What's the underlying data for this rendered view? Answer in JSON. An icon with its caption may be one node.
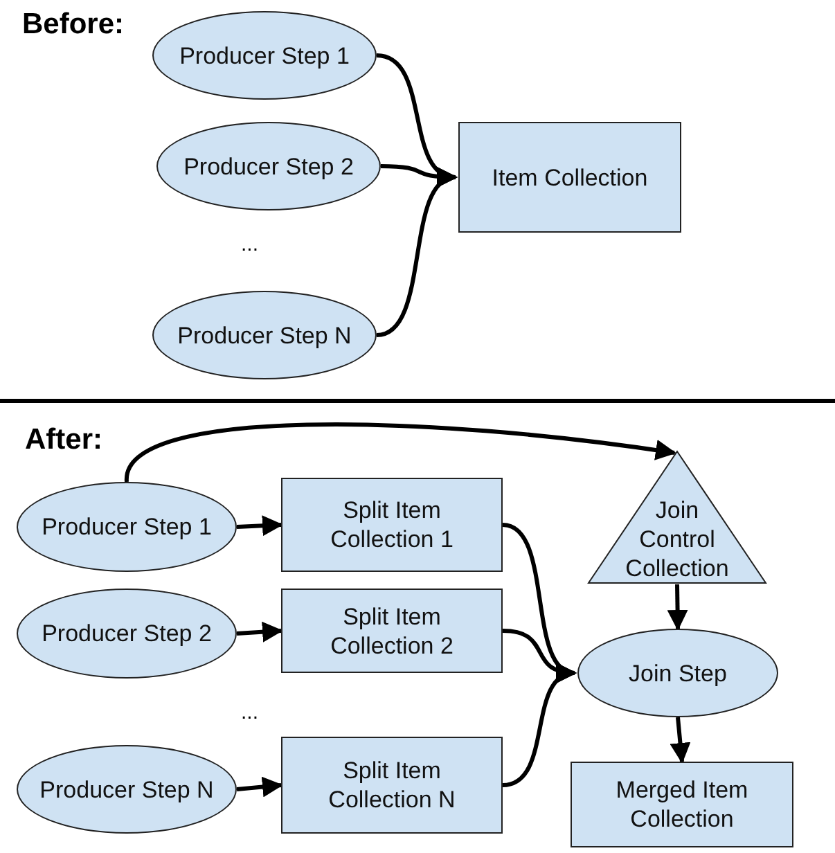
{
  "diagram": {
    "nodes": [
      {
        "text": [
          "Producer Step 1"
        ]
      },
      {
        "text": [
          "Producer Step 2"
        ]
      },
      {
        "text": [
          "Producer Step N"
        ]
      },
      {
        "text": [
          "Item Collection"
        ]
      },
      {
        "text": [
          "Producer Step 1"
        ]
      },
      {
        "text": [
          "Split Item Collection 1"
        ]
      },
      {
        "text": [
          "Producer Step 2"
        ]
      },
      {
        "text": [
          "Split Item Collection 2"
        ]
      },
      {
        "text": [
          "Producer Step N"
        ]
      },
      {
        "text": [
          "Split Item Collection N"
        ]
      },
      {
        "text": [
          "Join Control Collection"
        ]
      },
      {
        "text": [
          "Join Step"
        ]
      },
      {
        "text": [
          "Merged Item Collection"
        ]
      }
    ],
    "edges": [
      {
        "from": 0,
        "to": 3,
        "arrow": "to"
      },
      {
        "from": 1,
        "to": 3,
        "arrow": "to"
      },
      {
        "from": 2,
        "to": 3,
        "arrow": "to"
      },
      {
        "from": 4,
        "to": 10,
        "arrow": "to"
      },
      {
        "from": 4,
        "to": 5,
        "arrow": "to"
      },
      {
        "from": 6,
        "to": 7,
        "arrow": "to"
      },
      {
        "from": 8,
        "to": 9,
        "arrow": "to"
      },
      {
        "from": 5,
        "to": 11,
        "arrow": "to"
      },
      {
        "from": 7,
        "to": 11,
        "arrow": "to"
      },
      {
        "from": 9,
        "to": 11,
        "arrow": "to"
      },
      {
        "from": 10,
        "to": 11,
        "arrow": "to"
      },
      {
        "from": 11,
        "to": 12,
        "arrow": "to"
      }
    ],
    "labels": [
      "Before:",
      "...",
      "After:",
      "..."
    ]
  }
}
